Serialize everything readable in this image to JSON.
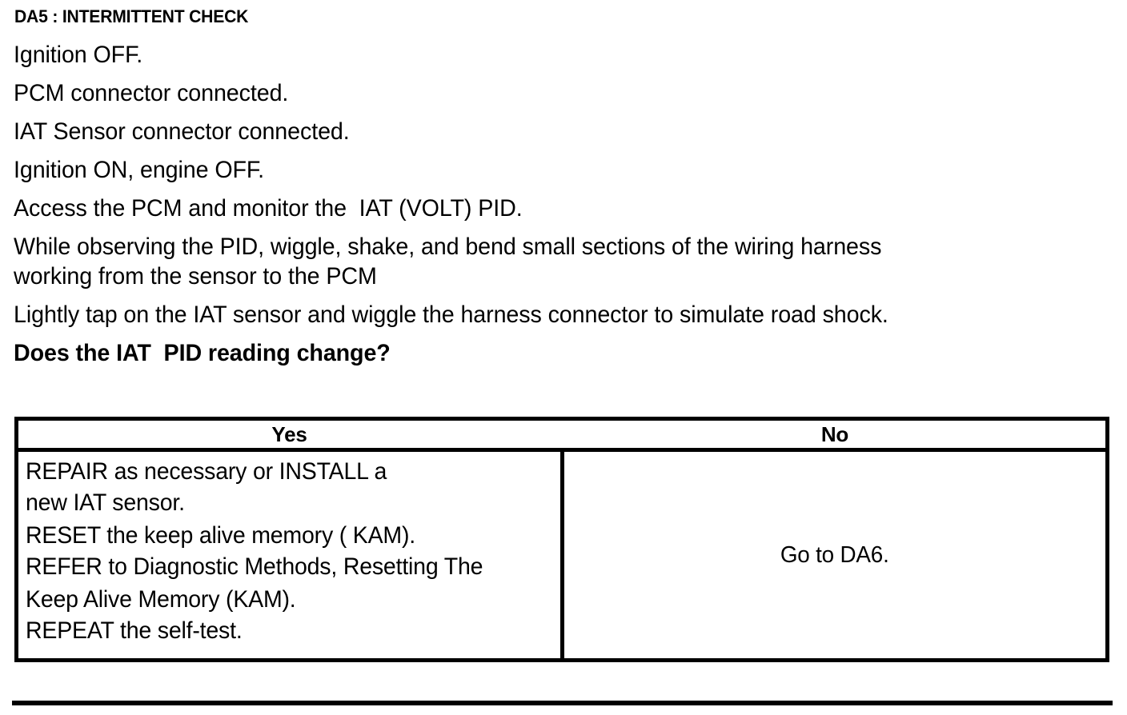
{
  "document": {
    "title": "DA5 : INTERMITTENT CHECK"
  },
  "steps": [
    {
      "text": "Ignition OFF.",
      "bold": false
    },
    {
      "text": "PCM connector connected.",
      "bold": false
    },
    {
      "text": "IAT Sensor connector connected.",
      "bold": false
    },
    {
      "text": "Ignition ON, engine OFF.",
      "bold": false
    },
    {
      "text": "Access the PCM and monitor the  IAT (VOLT) PID.",
      "bold": false
    },
    {
      "text": "While observing the PID, wiggle, shake, and bend small sections of the wiring harness\nworking from the sensor to the PCM",
      "bold": false
    },
    {
      "text": "Lightly tap on the IAT sensor and wiggle the harness connector to simulate road shock.",
      "bold": false
    },
    {
      "text": "Does the IAT  PID reading change?",
      "bold": true
    }
  ],
  "decision_table": {
    "headers": {
      "yes": "Yes",
      "no": "No"
    },
    "yes_cell_lines": [
      "REPAIR as necessary or INSTALL a",
      "new IAT sensor.",
      "RESET the keep alive memory ( KAM).",
      "REFER to Diagnostic Methods, Resetting The",
      "Keep Alive Memory (KAM).",
      "REPEAT the self-test."
    ],
    "no_cell_text": "Go to DA6."
  },
  "colors": {
    "ink": "#000000",
    "paper": "#ffffff"
  }
}
